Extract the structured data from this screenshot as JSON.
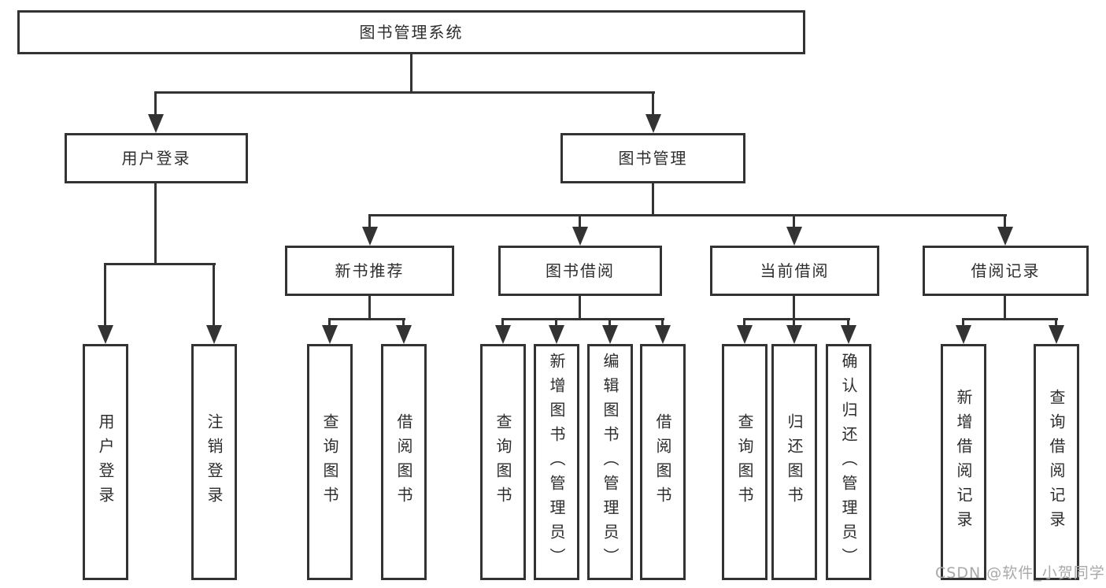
{
  "tree": {
    "label": "图书管理系统",
    "children": [
      {
        "label": "用户登录",
        "children": [
          {
            "label": "用户登录"
          },
          {
            "label": "注销登录"
          }
        ]
      },
      {
        "label": "图书管理",
        "children": [
          {
            "label": "新书推荐",
            "children": [
              {
                "label": "查询图书"
              },
              {
                "label": "借阅图书"
              }
            ]
          },
          {
            "label": "图书借阅",
            "children": [
              {
                "label": "查询图书"
              },
              {
                "label": "新增图书（管理员）"
              },
              {
                "label": "编辑图书（管理员）"
              },
              {
                "label": "借阅图书"
              }
            ]
          },
          {
            "label": "当前借阅",
            "children": [
              {
                "label": "查询图书"
              },
              {
                "label": "归还图书"
              },
              {
                "label": "确认归还（管理员）"
              }
            ]
          },
          {
            "label": "借阅记录",
            "children": [
              {
                "label": "新增借阅记录"
              },
              {
                "label": "查询借阅记录"
              }
            ]
          }
        ]
      }
    ]
  },
  "watermark": {
    "text": "CSDN @软件_小贺同学"
  },
  "colors": {
    "line": "#333333",
    "text": "#2d2d2d",
    "watermark": "#a9a9a9",
    "background": "#ffffff"
  }
}
